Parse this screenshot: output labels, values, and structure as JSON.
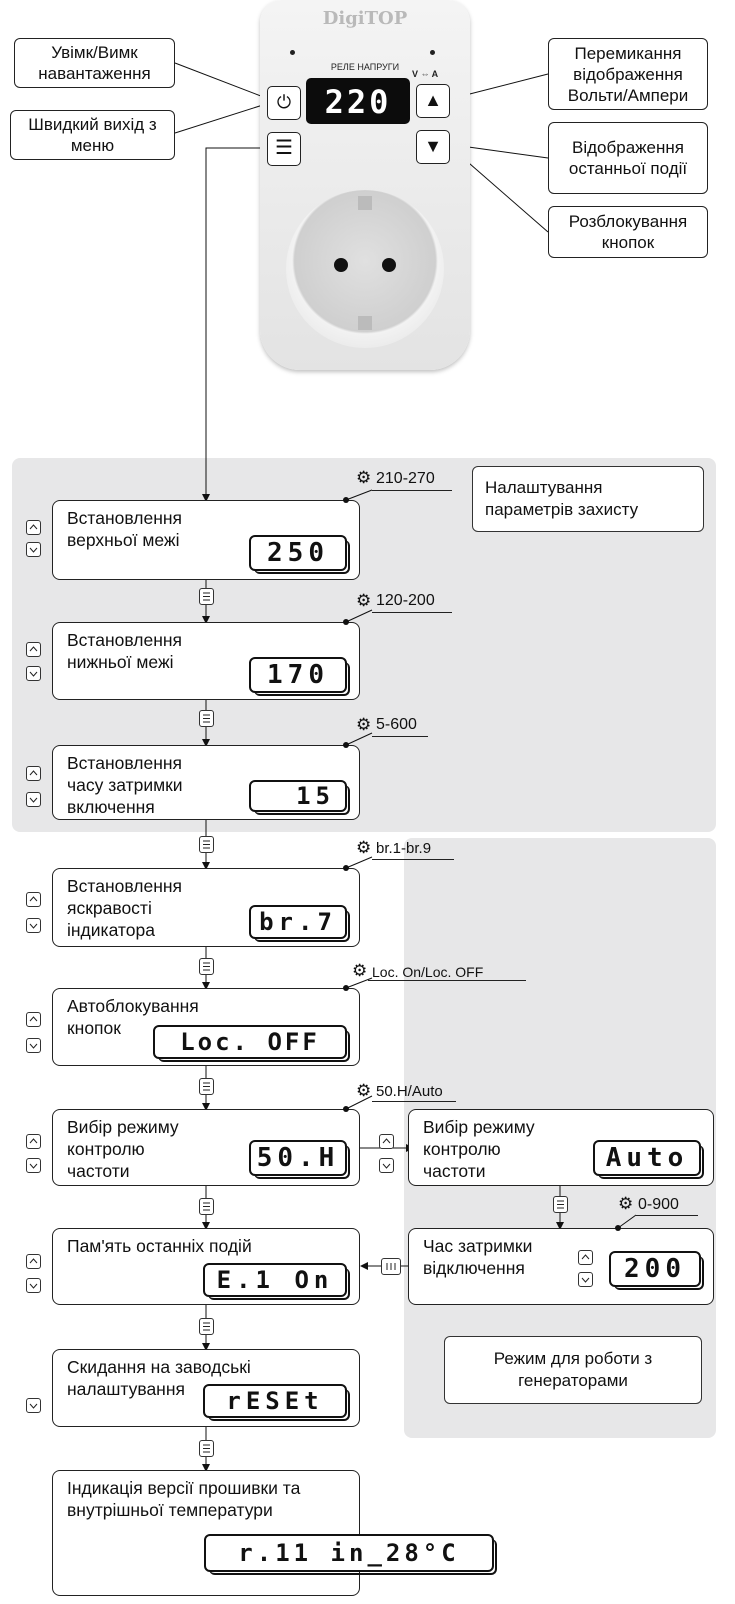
{
  "device": {
    "brand": "DigiTOP",
    "subtitle": "РЕЛЕ НАПРУГИ",
    "display": "220",
    "va_label": "V ⇔ A"
  },
  "callouts": {
    "power": "Увімк/Вимк навантаження",
    "quick_exit": "Швидкий вихід з меню",
    "switch_va": "Перемикання відображення Вольти/Ампери",
    "last_event": "Відображення останньої події",
    "unlock": "Розблокування кнопок"
  },
  "protection_note": "Налаштування параметрів захисту",
  "generator_note": "Режим для роботи з генераторами",
  "steps": [
    {
      "label": "Встановлення верхньої межі",
      "display": "250",
      "range": "210-270"
    },
    {
      "label": "Встановлення нижньої межі",
      "display": "170",
      "range": "120-200"
    },
    {
      "label": "Встановлення часу затримки включення",
      "display": "15",
      "range": "5-600"
    },
    {
      "label": "Встановлення яскравості індикатора",
      "display": "br.7",
      "range": "br.1-br.9"
    },
    {
      "label": "Автоблокування кнопок",
      "display": "Loc. OFF",
      "range": "Loc. On/Loc. OFF"
    },
    {
      "label": "Вибір режиму контролю частоти",
      "display": "50.H",
      "range": "50.H/Auto"
    },
    {
      "label": "Пам'ять останніх подій",
      "display": "E.1 On",
      "range": ""
    },
    {
      "label": "Скидання на заводські налаштування",
      "display": "rESEt",
      "range": ""
    },
    {
      "label": "Індикація версії прошивки та внутрішньої температури",
      "display": "r.11 in_28°C",
      "range": ""
    }
  ],
  "generator_steps": [
    {
      "label": "Вибір режиму контролю частоти",
      "display": "Auto",
      "range": ""
    },
    {
      "label": "Час затримки відключення",
      "display": "200",
      "range": "0-900"
    }
  ],
  "icons": {
    "gear": "gear-icon",
    "up": "up-arrow-icon",
    "down": "down-arrow-icon",
    "menu": "menu-icon",
    "power": "power-icon"
  }
}
